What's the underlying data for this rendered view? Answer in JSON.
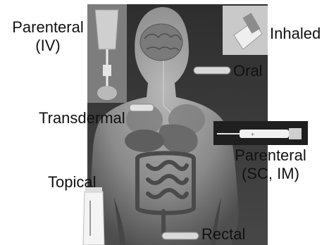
{
  "labels": {
    "parenteral_iv_line1": "Parenteral",
    "parenteral_iv_line2": "(IV)",
    "inhaled": "Inhaled",
    "oral": "Oral",
    "transdermal": "Transdermal",
    "parenteral_sc_im_line1": "Parenteral",
    "parenteral_sc_im_line2": "(SC, IM)",
    "topical": "Topical",
    "rectal": "Rectal"
  },
  "colors": {
    "panel_bg": "#3a3a3a",
    "body_fill": "#8c8c8c",
    "organs": "#5a5a5a",
    "label_text": "#111111"
  }
}
